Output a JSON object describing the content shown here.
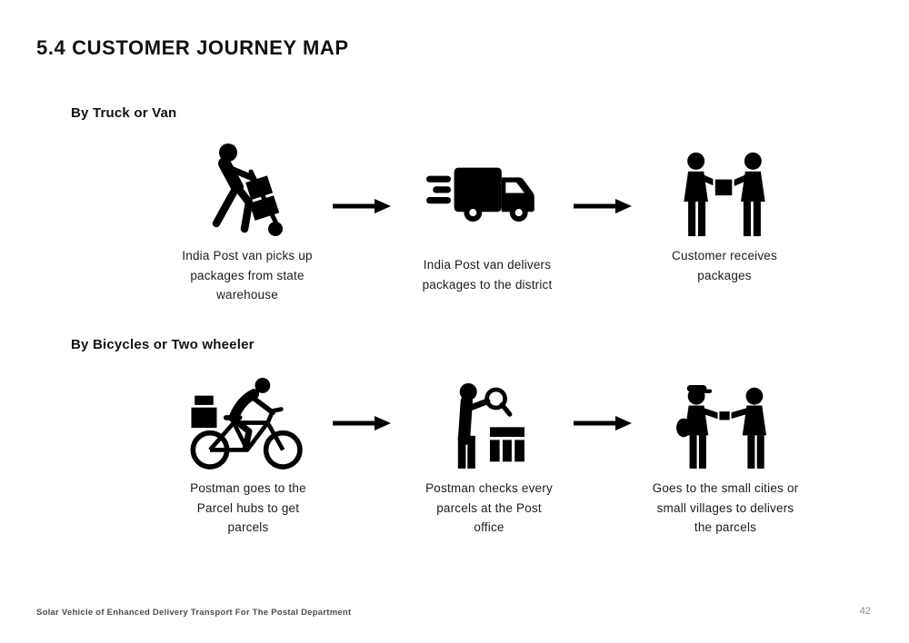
{
  "title": "5.4 CUSTOMER JOURNEY MAP",
  "sections": [
    {
      "label": "By Truck or Van",
      "steps": [
        {
          "icon": "porter-handtruck-icon",
          "caption": [
            "India Post van picks up",
            "packages from state",
            "warehouse"
          ]
        },
        {
          "icon": "delivery-van-icon",
          "caption": [
            "India Post van delivers",
            "packages to the district"
          ]
        },
        {
          "icon": "customer-receiving-package-icon",
          "caption": [
            "Customer receives",
            "packages"
          ]
        }
      ]
    },
    {
      "label": "By Bicycles or Two wheeler",
      "steps": [
        {
          "icon": "postman-bicycle-icon",
          "caption": [
            "Postman goes to the",
            "Parcel hubs to get",
            "parcels"
          ]
        },
        {
          "icon": "parcel-inspection-icon",
          "caption": [
            "Postman checks every",
            "parcels at the Post",
            "office"
          ]
        },
        {
          "icon": "parcel-handover-icon",
          "caption": [
            "Goes to the small cities or",
            "small villages to delivers",
            "the parcels"
          ]
        }
      ]
    }
  ],
  "footer": {
    "left": "Solar Vehicle of Enhanced Delivery Transport For The Postal Department",
    "page_number": "42"
  },
  "colors": {
    "icon": "#000000",
    "text": "#1c1c1c",
    "footer_text": "#4d4d4d",
    "page_number": "#8a8a8a"
  }
}
